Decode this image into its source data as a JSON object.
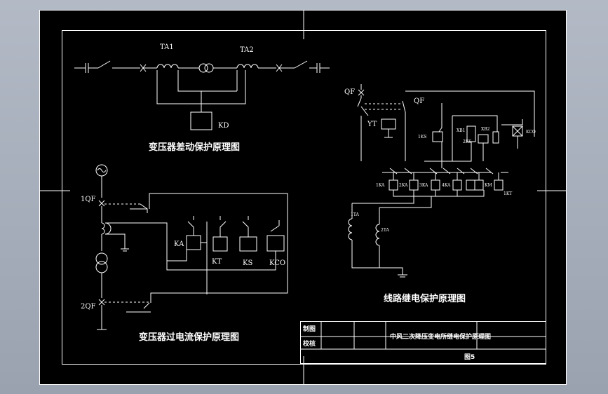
{
  "colors": {
    "frame": "#ffffff",
    "background": "#000000",
    "surround": "#a7aebb"
  },
  "diff": {
    "ta1": "TA1",
    "ta2": "TA2",
    "kd": "KD",
    "caption": "变压器差动保护原理图"
  },
  "over": {
    "qf1": "1QF",
    "qf2": "2QF",
    "ka": "KA",
    "kt": "KT",
    "ks": "KS",
    "kco": "KCO",
    "caption": "变压器过电流保护原理图"
  },
  "line": {
    "qf_a": "QF",
    "qf_b": "QF",
    "yt": "YT",
    "kco": "KCO",
    "xb1": "XB1",
    "xb2": "XB2",
    "ks1": "1KS",
    "ks2": "2KS",
    "ka1": "1KA",
    "ka2": "2KA",
    "ka3": "3KA",
    "ka4": "4KA",
    "km": "KM",
    "kt": "1KT",
    "ta1": "1TA",
    "ta2": "2TA",
    "caption": "线路继电保护原理图"
  },
  "titleblock": {
    "draw_label": "制图",
    "check_label": "校核",
    "drawing_title": "中风二次降压变电所继电保护原理图",
    "sheet_label": "图5"
  }
}
